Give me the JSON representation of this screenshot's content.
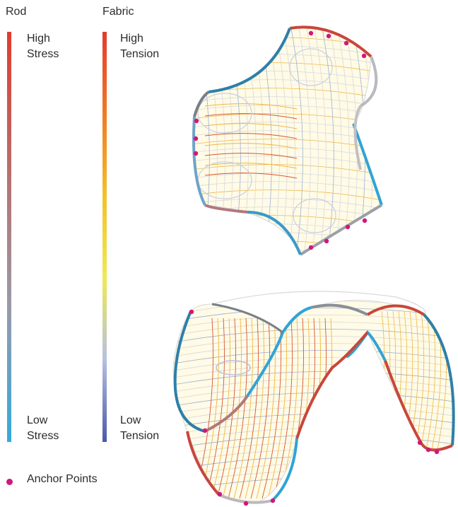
{
  "legend": {
    "rod": {
      "title": "Rod",
      "high_1": "High",
      "high_2": "Stress",
      "low_1": "Low",
      "low_2": "Stress",
      "gradient": [
        "#e23b2e",
        "#b86f6c",
        "#9a9aa8",
        "#33aadd"
      ]
    },
    "fabric": {
      "title": "Fabric",
      "high_1": "High",
      "high_2": "Tension",
      "low_1": "Low",
      "low_2": "Tension",
      "gradient": [
        "#e23b2e",
        "#f07a22",
        "#f2c12e",
        "#eeea55",
        "#b7c0e0",
        "#4a5aa8"
      ]
    },
    "anchor": {
      "label": "Anchor Points",
      "color": "#d1177e"
    }
  },
  "colors": {
    "rod_high": "#c8463c",
    "rod_mid": "#7a7f86",
    "rod_low": "#2fa4d6",
    "rod_neutral": "#b9b9bf",
    "fabric_high": "#d9552e",
    "fabric_warm": "#f0b640",
    "fabric_cool": "#9fb0d8",
    "fabric_light": "#d8d8de"
  },
  "icons": [
    "anchor-point-icon"
  ]
}
